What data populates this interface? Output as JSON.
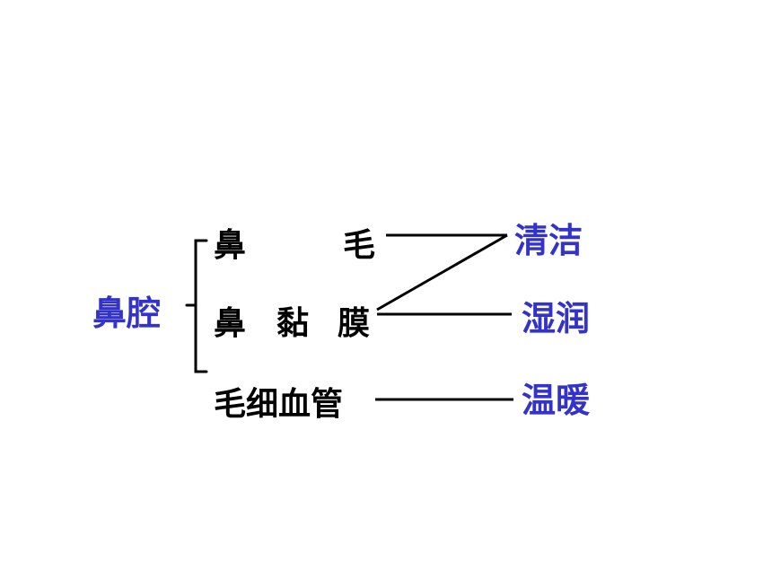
{
  "diagram": {
    "root": {
      "label": "鼻腔",
      "color": "#3333cc"
    },
    "structures": [
      {
        "chars": [
          "鼻",
          "毛"
        ]
      },
      {
        "chars": [
          "鼻",
          "黏",
          "膜"
        ]
      },
      {
        "label": "毛细血管"
      }
    ],
    "functions": [
      {
        "label": "清洁"
      },
      {
        "label": "湿润"
      },
      {
        "label": "温暖"
      }
    ],
    "structure_color": "#000000",
    "function_color": "#3333cc",
    "connections": [
      {
        "from": "鼻毛",
        "to": "清洁"
      },
      {
        "from": "鼻黏膜",
        "to": "清洁"
      },
      {
        "from": "鼻黏膜",
        "to": "湿润"
      },
      {
        "from": "毛细血管",
        "to": "温暖"
      }
    ]
  }
}
